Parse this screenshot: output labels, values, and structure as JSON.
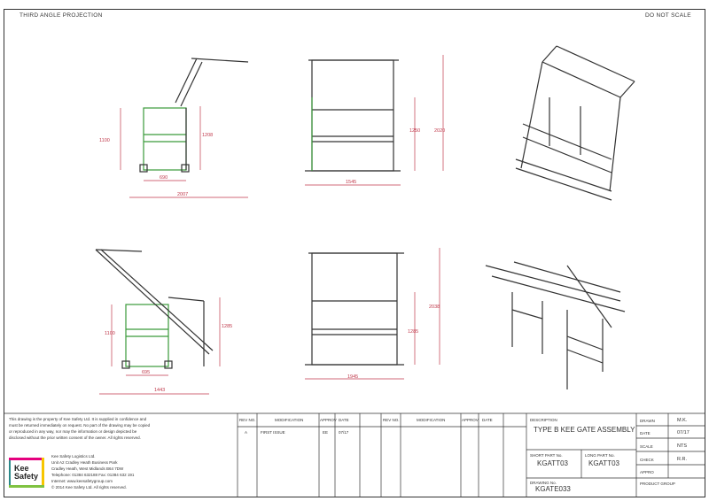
{
  "header": {
    "projection": "THIRD ANGLE PROJECTION",
    "scale_note": "DO NOT SCALE"
  },
  "dimensions": {
    "view1": {
      "h_left": "1100",
      "h_right": "1208",
      "w_inner": "690",
      "w_total": "2007"
    },
    "view2": {
      "h_inner": "1250",
      "h_total": "2020",
      "w": "1545"
    },
    "view4": {
      "h_left": "1100",
      "h_right": "1285",
      "w_inner": "695",
      "w_total": "1443"
    },
    "view5": {
      "h_inner": "1285",
      "h_total": "2038",
      "w": "1945"
    }
  },
  "disclaimer": "This drawing is the property of Kee Safety Ltd. It is supplied in confidence and must be returned immediately on request. No part of the drawing may be copied or reproduced in any way, nor may the information or design depicted be disclosed without the prior written consent of the owner. All rights reserved.",
  "company": {
    "name": "Kee Safety Logistics Ltd.",
    "address1": "Unit A2 Cradley Heath Business Park",
    "address2": "Cradley Heath, West Midlands B64 7DW",
    "phone": "Telephone: 01384 632188 Fax: 01384 632 191",
    "web": "Internet: www.keesafetygroup.com",
    "copyright": "© 2014 Kee Safety Ltd. All rights reserved.",
    "logo_line1": "Kee",
    "logo_line2": "Safety"
  },
  "revisions": {
    "headers": [
      "REV NO.",
      "MODIFICATION",
      "APPROV",
      "DATE",
      "REV NO.",
      "MODIFICATION",
      "APPROV",
      "DATE"
    ],
    "rows": [
      [
        "A",
        "FIRST ISSUE",
        "EE",
        "07/17"
      ]
    ]
  },
  "title_block": {
    "description_label": "DESCRIPTION",
    "description": "TYPE B KEE GATE ASSEMBLY",
    "short_part_label": "SHORT PART No.",
    "short_part": "KGATT03",
    "long_part_label": "LONG PART No.",
    "long_part": "KGATT03",
    "drawing_no_label": "DRAWING No.",
    "drawing_no": "KGATE033",
    "drawn_label": "DRAWN",
    "drawn": "M.K.",
    "date_label": "DATE",
    "date": "07/17",
    "scale_label": "SCALE",
    "scale": "NTS",
    "check_label": "CHECK",
    "check": "R.R.",
    "approv_label": "APPRO",
    "approv": "",
    "product_group_label": "PRODUCT GROUP"
  },
  "colors": {
    "frame": "#333333",
    "dimension": "#c0394b",
    "highlight": "#3a9a3a"
  }
}
